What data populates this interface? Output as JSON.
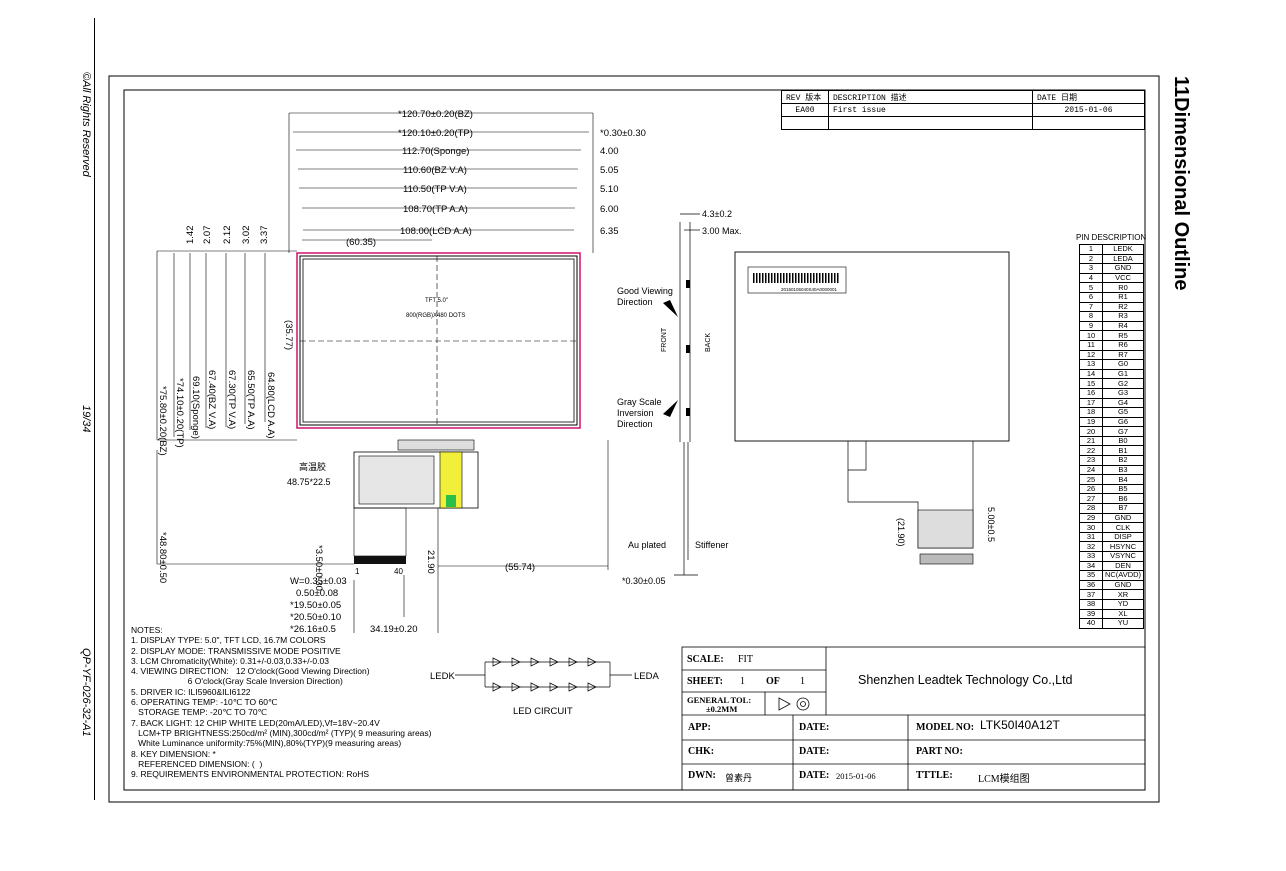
{
  "page": {
    "copyright": "©All Rights Reserved",
    "page_number": "19/34",
    "doc_code": "QP-YF-026-32-A1",
    "section_title": "11Dimensional Outline"
  },
  "revision": {
    "headers": [
      "REV 版本",
      "DESCRIPTION 描述",
      "DATE 日期"
    ],
    "rows": [
      [
        "EA00",
        "First issue",
        "2015-01-06"
      ]
    ]
  },
  "dimensions_top": [
    "*120.70±0.20(BZ)",
    "*120.10±0.20(TP)",
    "112.70(Sponge)",
    "110.60(BZ V.A)",
    "110.50(TP V.A)",
    "108.70(TP A.A)",
    "108.00(LCD A.A)"
  ],
  "dimensions_right": [
    "*0.30±0.30",
    "4.00",
    "5.05",
    "5.10",
    "6.00",
    "6.35"
  ],
  "dimensions_left_small": [
    "1.42",
    "2.07",
    "2.12",
    "3.02",
    "3.37"
  ],
  "dimensions_left": [
    "*75.80±0.20(BZ)",
    "*74.10±0.20(TP)",
    "69.10(Sponge)",
    "67.40(BZ V.A)",
    "67.30(TP V.A)",
    "65.50(TP A.A)",
    "64.80(LCD A.A)"
  ],
  "dimensions_misc": {
    "center_x": "(60.35)",
    "center_y": "(35.77)",
    "total_height": "*48.80±0.50",
    "fpc_offset": "*3.50±0.30",
    "fpc_len": "21.90",
    "fpc_pos": "(55.74)",
    "pitch_w": "W=0.35±0.03",
    "pitch_p": "0.50±0.08",
    "pins_span": "*19.50±0.05",
    "fpc_width": "*20.50±0.10",
    "stiff_w": "*26.16±0.5",
    "fpc_x": "34.19±0.20",
    "glue_label": "高温胶",
    "glue_dim": "48.75*22.5",
    "pin_1": "1",
    "pin_40": "40"
  },
  "panel": {
    "text1": "TFT 5.0\"",
    "text2": "800(RGB)X480 DOTS"
  },
  "side_view": {
    "thick": "4.3±0.2",
    "max": "3.00 Max.",
    "good_view": [
      "Good Viewing",
      "Direction"
    ],
    "gray_scale": [
      "Gray Scale",
      "Inversion",
      "Direction"
    ],
    "front": "FRONT",
    "back": "BACK",
    "au_plated": "Au plated",
    "stiffener": "Stiffener",
    "stiff_thick": "*0.30±0.05"
  },
  "back_view": {
    "label_code": "20150106040S40A0000001",
    "dim_a": "(21.90)",
    "dim_b": "5.00±0.5"
  },
  "pin_description": {
    "header": "PIN  DESCRIPTION",
    "pins": [
      [
        "1",
        "LEDK"
      ],
      [
        "2",
        "LEDA"
      ],
      [
        "3",
        "GND"
      ],
      [
        "4",
        "VCC"
      ],
      [
        "5",
        "R0"
      ],
      [
        "6",
        "R1"
      ],
      [
        "7",
        "R2"
      ],
      [
        "8",
        "R3"
      ],
      [
        "9",
        "R4"
      ],
      [
        "10",
        "R5"
      ],
      [
        "11",
        "R6"
      ],
      [
        "12",
        "R7"
      ],
      [
        "13",
        "G0"
      ],
      [
        "14",
        "G1"
      ],
      [
        "15",
        "G2"
      ],
      [
        "16",
        "G3"
      ],
      [
        "17",
        "G4"
      ],
      [
        "18",
        "G5"
      ],
      [
        "19",
        "G6"
      ],
      [
        "20",
        "G7"
      ],
      [
        "21",
        "B0"
      ],
      [
        "22",
        "B1"
      ],
      [
        "23",
        "B2"
      ],
      [
        "24",
        "B3"
      ],
      [
        "25",
        "B4"
      ],
      [
        "26",
        "B5"
      ],
      [
        "27",
        "B6"
      ],
      [
        "28",
        "B7"
      ],
      [
        "29",
        "GND"
      ],
      [
        "30",
        "CLK"
      ],
      [
        "31",
        "DISP"
      ],
      [
        "32",
        "HSYNC"
      ],
      [
        "33",
        "VSYNC"
      ],
      [
        "34",
        "DEN"
      ],
      [
        "35",
        "NC(AVDD)"
      ],
      [
        "36",
        "GND"
      ],
      [
        "37",
        "XR"
      ],
      [
        "38",
        "YD"
      ],
      [
        "39",
        "XL"
      ],
      [
        "40",
        "YU"
      ]
    ]
  },
  "notes": [
    "NOTES:",
    "1. DISPLAY TYPE: 5.0\", TFT LCD, 16.7M COLORS",
    "2. DISPLAY MODE: TRANSMISSIVE MODE POSITIVE",
    "3. LCM Chromaticity(White): 0.31+/-0.03,0.33+/-0.03",
    "4. VIEWING DIRECTION:   12 O'clock(Good Viewing Direction)",
    "                        6 O'clock(Gray Scale Inversion Direction)",
    "5. DRIVER IC: ILI5960&ILI6122",
    "6. OPERATING TEMP: -10℃ TO 60℃",
    "   STORAGE TEMP: -20℃ TO 70℃",
    "7. BACK LIGHT: 12 CHIP WHITE LED(20mA/LED),Vf=18V~20.4V",
    "   LCM+TP BRIGHTNESS:250cd/m² (MIN),300cd/m² (TYP)( 9 measuring areas)",
    "   White Luminance uniformity:75%(MIN),80%(TYP)(9 measuring areas)",
    "8. KEY DIMENSION: *",
    "   REFERENCED DIMENSION: (  )",
    "9. REQUIREMENTS ENVIRONMENTAL PROTECTION: RoHS"
  ],
  "led_circuit": {
    "left": "LEDK",
    "right": "LEDA",
    "title": "LED CIRCUIT"
  },
  "title_block": {
    "scale_label": "SCALE:",
    "scale_value": "FIT",
    "sheet_label": "SHEET:",
    "sheet_value": "1",
    "of_label": "OF",
    "of_value": "1",
    "tol_label": "GENERAL TOL:",
    "tol_value": "±0.2MM",
    "company": "Shenzhen Leadtek Technology Co.,Ltd",
    "app_label": "APP:",
    "chk_label": "CHK:",
    "dwn_label": "DWN:",
    "dwn_value": "曾素丹",
    "date_label": "DATE:",
    "date_value": "2015-01-06",
    "model_label": "MODEL NO:",
    "model_value": "LTK50I40A12T",
    "part_label": "PART NO:",
    "title_label": "TTTLE:",
    "title_value": "LCM模组图"
  }
}
